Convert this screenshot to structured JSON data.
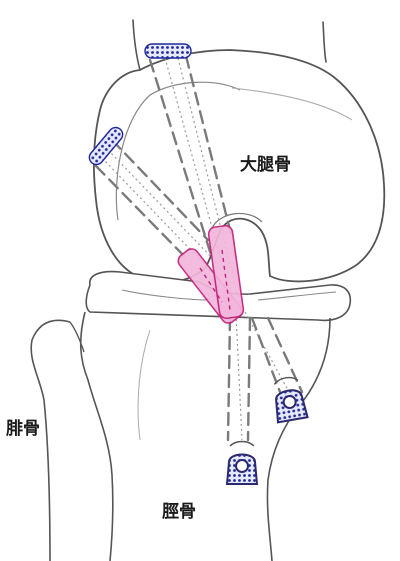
{
  "labels": {
    "femur": "大腿骨",
    "fibula": "腓骨",
    "tibia": "脛骨"
  },
  "colors": {
    "bone_outline": "#555555",
    "tunnel_dash": "#7a7a7a",
    "guide_dotted": "#9a9a9a",
    "graft_fill": "#f3b6dc",
    "graft_stroke": "#c2227a",
    "fixation_blue": "#1f2a9a",
    "fixation_dark": "#2b2a6e"
  },
  "icons": [
    "fixation-button-icon",
    "fixation-ring-icon",
    "graft-bundle-icon"
  ]
}
